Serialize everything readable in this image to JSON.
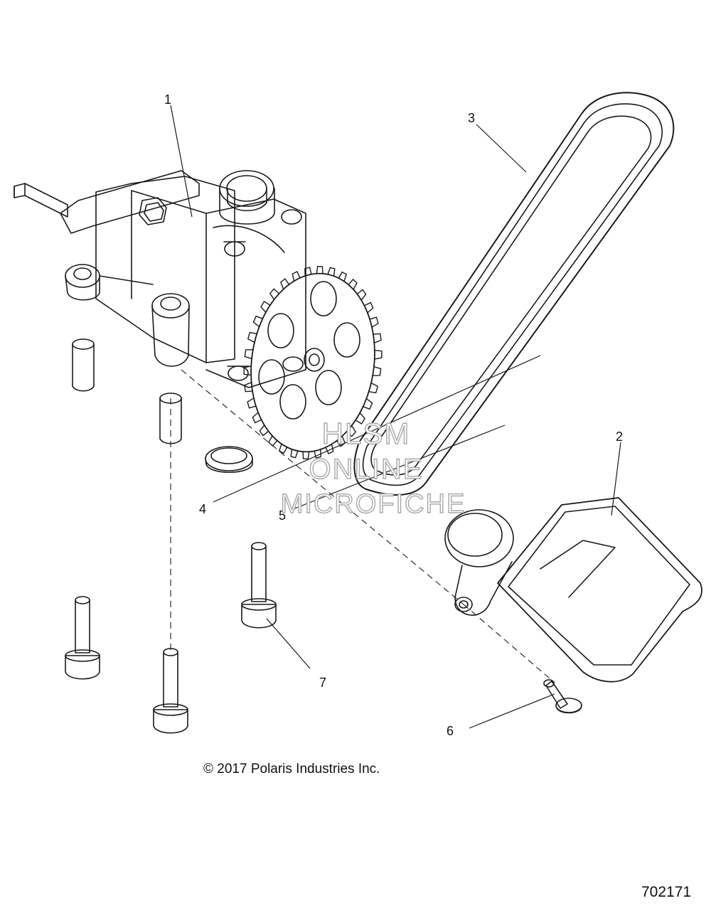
{
  "callouts": [
    {
      "id": "1",
      "label": "1"
    },
    {
      "id": "2",
      "label": "2"
    },
    {
      "id": "3",
      "label": "3"
    },
    {
      "id": "4",
      "label": "4"
    },
    {
      "id": "5",
      "label": "5"
    },
    {
      "id": "6",
      "label": "6"
    },
    {
      "id": "7",
      "label": "7"
    }
  ],
  "watermark": {
    "line1": "HLSM",
    "line2": "ONLINE",
    "line3": "MICROFICHE"
  },
  "footer": {
    "copyright": "© 2017 Polaris Industries Inc.",
    "drawing_number": "702171"
  }
}
